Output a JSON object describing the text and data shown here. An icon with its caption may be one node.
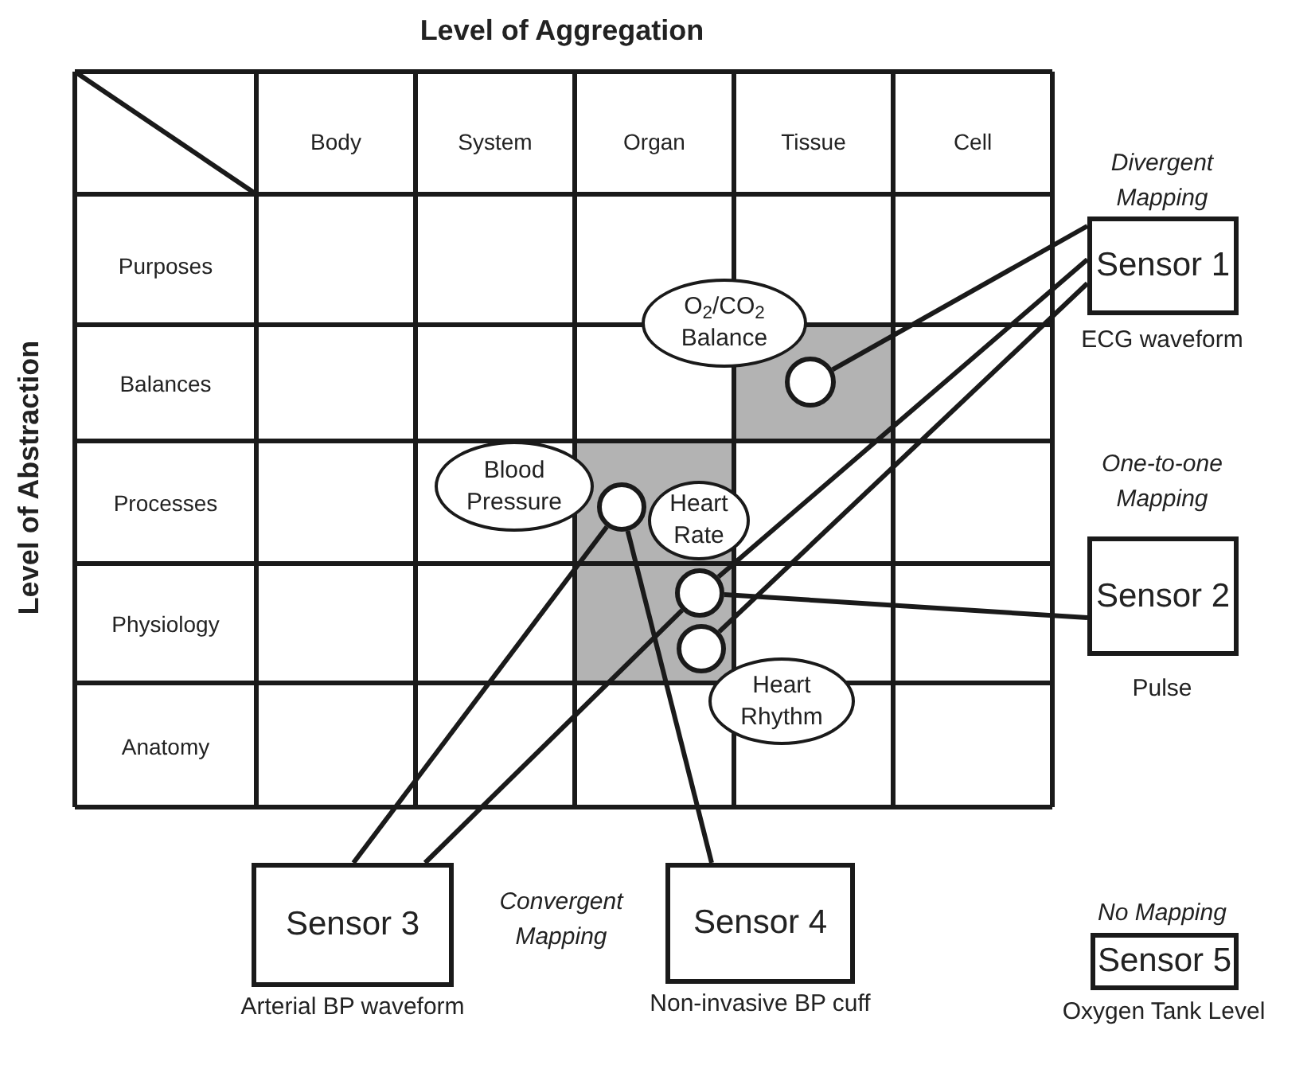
{
  "diagram": {
    "title": "Level of Aggregation",
    "nodes": [
      {
        "text": [
          "O$_{2}$/CO$_{2}$ Balance"
        ]
      },
      {
        "text": [],
        "shape": "circle"
      },
      {
        "text": [
          "Blood Pressure"
        ]
      },
      {
        "text": [],
        "shape": "circle"
      },
      {
        "text": [
          "Heart Rate"
        ]
      },
      {
        "text": [],
        "shape": "circle"
      },
      {
        "text": [],
        "shape": "circle"
      },
      {
        "text": [
          "Heart Rhythm"
        ]
      },
      {
        "text": [
          "Sensor 1"
        ],
        "beside": [
          "ECG waveform"
        ]
      },
      {
        "text": [
          "Sensor 2"
        ],
        "beside": [
          "Pulse"
        ]
      },
      {
        "text": [
          "Sensor 3"
        ],
        "beside": [
          "Arterial BP waveform"
        ]
      },
      {
        "text": [
          "Sensor 4"
        ],
        "beside": [
          "Non-invasive BP cuff"
        ]
      },
      {
        "text": [
          "Sensor 5"
        ],
        "beside": [
          "Oxygen Tank Level"
        ]
      }
    ],
    "edges": [
      {
        "from": 8,
        "to": 1,
        "arrow": "none"
      },
      {
        "from": 8,
        "to": 5,
        "arrow": "none"
      },
      {
        "from": 8,
        "to": 6,
        "arrow": "none"
      },
      {
        "from": 9,
        "to": 5,
        "arrow": "none"
      },
      {
        "from": 10,
        "to": 3,
        "arrow": "none"
      },
      {
        "from": 10,
        "to": 5,
        "arrow": "none"
      },
      {
        "from": 11,
        "to": 3,
        "arrow": "none"
      }
    ],
    "labels": [
      "Level of Abstraction",
      "Divergent Mapping",
      "Body",
      "System",
      "Organ",
      "Tissue",
      "Cell",
      "Purposes",
      "Balances",
      "Processes",
      "Physiology",
      "Anatomy",
      "One-to-one Mapping",
      "Convergent Mapping",
      "No Mapping"
    ]
  }
}
